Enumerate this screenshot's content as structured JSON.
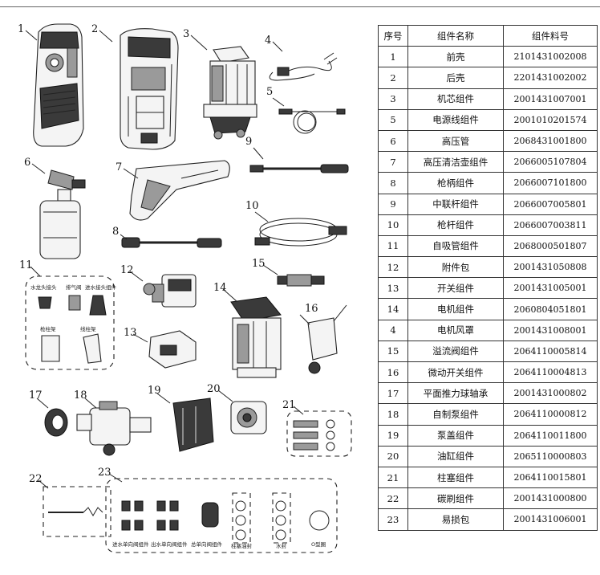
{
  "table": {
    "headers": [
      "序号",
      "组件名称",
      "组件料号"
    ],
    "rows": [
      {
        "no": "1",
        "name": "前壳",
        "code": "2101431002008"
      },
      {
        "no": "2",
        "name": "后壳",
        "code": "2201431002002"
      },
      {
        "no": "3",
        "name": "机芯组件",
        "code": "2001431007001"
      },
      {
        "no": "5",
        "name": "电源线组件",
        "code": "2001010201574"
      },
      {
        "no": "6",
        "name": "高压管",
        "code": "2068431001800"
      },
      {
        "no": "7",
        "name": "高压清洁壶组件",
        "code": "2066005107804"
      },
      {
        "no": "8",
        "name": "枪柄组件",
        "code": "2066007101800"
      },
      {
        "no": "9",
        "name": "中联杆组件",
        "code": "2066007005801"
      },
      {
        "no": "10",
        "name": "枪杆组件",
        "code": "2066007003811"
      },
      {
        "no": "11",
        "name": "自吸管组件",
        "code": "2068000501807"
      },
      {
        "no": "12",
        "name": "附件包",
        "code": "2001431050808"
      },
      {
        "no": "13",
        "name": "开关组件",
        "code": "2001431005001"
      },
      {
        "no": "14",
        "name": "电机组件",
        "code": "2060804051801"
      },
      {
        "no": "4",
        "name": "电机风罩",
        "code": "2001431008001"
      },
      {
        "no": "15",
        "name": "溢流阀组件",
        "code": "2064110005814"
      },
      {
        "no": "16",
        "name": "微动开关组件",
        "code": "2064110004813"
      },
      {
        "no": "17",
        "name": "平面推力球轴承",
        "code": "2001431000802"
      },
      {
        "no": "18",
        "name": "自制泵组件",
        "code": "2064110000812"
      },
      {
        "no": "19",
        "name": "泵盖组件",
        "code": "2064110011800"
      },
      {
        "no": "20",
        "name": "油缸组件",
        "code": "2065110000803"
      },
      {
        "no": "21",
        "name": "柱塞组件",
        "code": "2064110015801"
      },
      {
        "no": "22",
        "name": "碳刷组件",
        "code": "2001431000800"
      },
      {
        "no": "23",
        "name": "易损包",
        "code": "2001431006001"
      }
    ]
  },
  "callouts": [
    "1",
    "2",
    "3",
    "4",
    "5",
    "6",
    "7",
    "8",
    "9",
    "10",
    "11",
    "12",
    "13",
    "14",
    "15",
    "16",
    "17",
    "18",
    "19",
    "20",
    "21",
    "22",
    "23"
  ],
  "kit11_labels": [
    "水龙头接头",
    "排气阀",
    "进水接头组件",
    "枪柱架",
    "线柱架"
  ],
  "kit23_labels": [
    "进水单向阀组件",
    "出水单向阀组件",
    "总单向阀组件",
    "柱塞油封",
    "水封",
    "O型圈"
  ]
}
